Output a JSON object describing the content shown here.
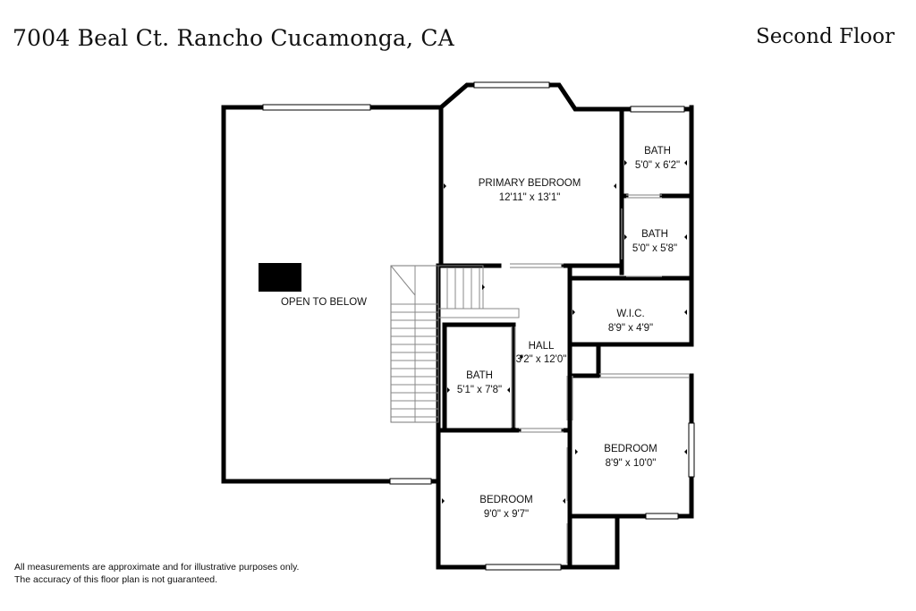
{
  "header": {
    "address": "7004 Beal Ct. Rancho Cucamonga, CA",
    "floor": "Second Floor"
  },
  "rooms": {
    "open_to_below": {
      "name": "OPEN TO BELOW"
    },
    "primary_bedroom": {
      "name": "PRIMARY BEDROOM",
      "dims": "12'11\" x 13'1\""
    },
    "bath_1": {
      "name": "BATH",
      "dims": "5'0\" x 6'2\""
    },
    "bath_2": {
      "name": "BATH",
      "dims": "5'0\" x 5'8\""
    },
    "wic": {
      "name": "W.I.C.",
      "dims": "8'9\" x 4'9\""
    },
    "hall": {
      "name": "HALL",
      "dims": "3'2\" x 12'0\""
    },
    "bath_3": {
      "name": "BATH",
      "dims": "5'1\" x 7'8\""
    },
    "bedroom_1": {
      "name": "BEDROOM",
      "dims": "8'9\" x 10'0\""
    },
    "bedroom_2": {
      "name": "BEDROOM",
      "dims": "9'0\" x 9'7\""
    }
  },
  "footer": {
    "line1": "All measurements are approximate and for illustrative purposes only.",
    "line2": "The accuracy of this floor plan is not guaranteed."
  },
  "colors": {
    "wall": "#000000",
    "window": "#ffffff",
    "stair": "#888888"
  }
}
